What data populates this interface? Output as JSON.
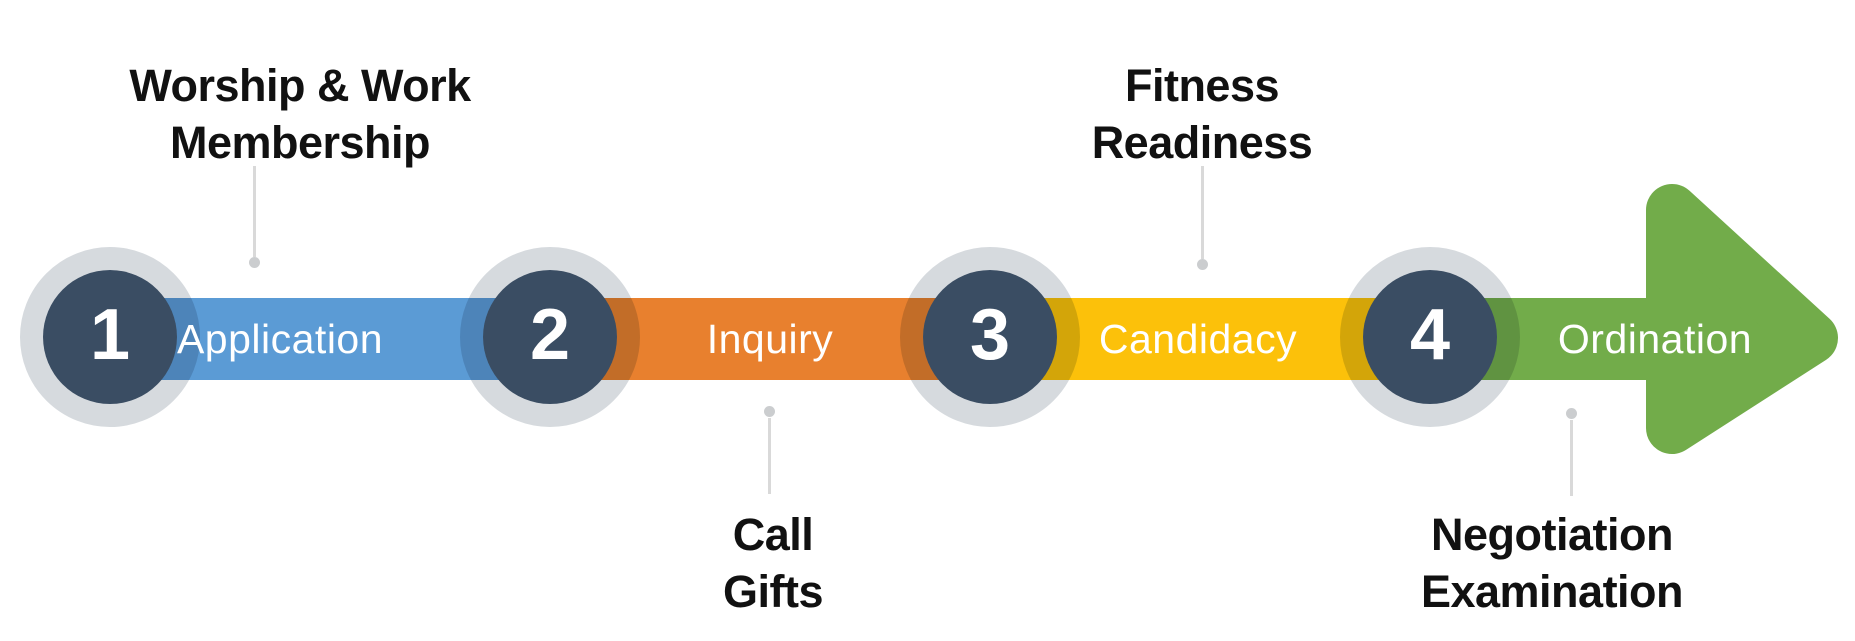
{
  "diagram": {
    "type": "process-flow-timeline",
    "steps": [
      {
        "number": "1",
        "label": "Application",
        "color": "#5b9bd5",
        "annotation": {
          "position": "above",
          "line1": "Worship & Work",
          "line2": "Membership"
        }
      },
      {
        "number": "2",
        "label": "Inquiry",
        "color": "#e8802e",
        "annotation": {
          "position": "below",
          "line1": "Call",
          "line2": "Gifts"
        }
      },
      {
        "number": "3",
        "label": "Candidacy",
        "color": "#fcc10a",
        "annotation": {
          "position": "above",
          "line1": "Fitness",
          "line2": "Readiness"
        }
      },
      {
        "number": "4",
        "label": "Ordination",
        "color": "#72ac4a",
        "annotation": {
          "position": "below",
          "line1": "Negotiation",
          "line2": "Examination"
        }
      }
    ],
    "colors": {
      "circle_fill": "#3a4d63",
      "circle_ring": "#d6dade",
      "number_text": "#ffffff",
      "segment_text": "#ffffff",
      "annotation_text": "#111111",
      "connector_line": "#d9d9d9",
      "connector_dot": "#cbcdcf",
      "arrow": "#72ac4a",
      "background": "#ffffff"
    }
  }
}
